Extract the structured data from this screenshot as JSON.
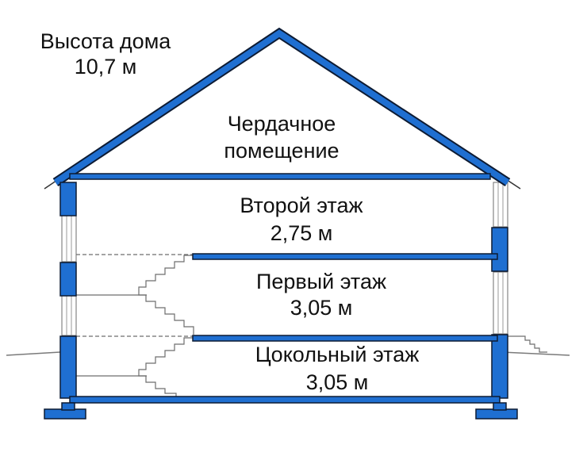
{
  "house_height": {
    "title": "Высота дома",
    "value": "10,7 м"
  },
  "floors": [
    {
      "name": "Чердачное",
      "name_line2": "помещение"
    },
    {
      "name": "Второй этаж",
      "height": "2,75 м"
    },
    {
      "name": "Первый этаж",
      "height": "3,05 м"
    },
    {
      "name": "Цокольный этаж",
      "height": "3,05 м"
    }
  ],
  "colors": {
    "structure": "#1f6fd1",
    "outline": "#0d1b33",
    "line": "#6d6d6d",
    "text": "#111111"
  }
}
